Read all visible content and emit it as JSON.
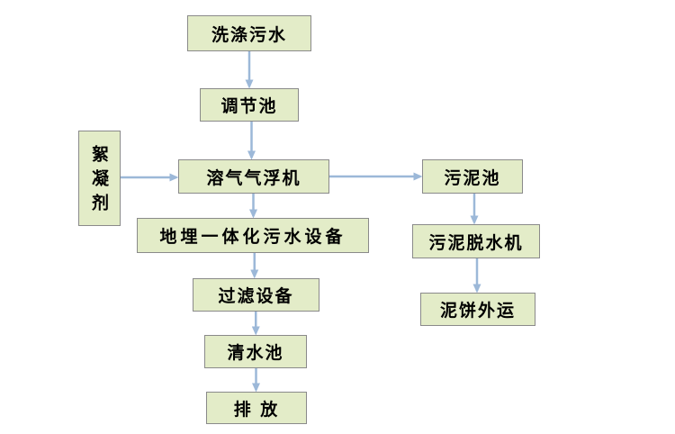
{
  "colors": {
    "node_fill": "#e3ecc8",
    "node_border": "#8a8a8a",
    "arrow": "#9cb8d8",
    "text": "#000000"
  },
  "diagram": {
    "type": "flowchart",
    "nodes": {
      "wash_water": {
        "label": "洗涤污水"
      },
      "regulating_tank": {
        "label": "调节池"
      },
      "daf_machine": {
        "label": "溶气气浮机"
      },
      "flocculant": {
        "label": "絮凝剂"
      },
      "buried_equipment": {
        "label": "地埋一体化污水设备"
      },
      "filter_equipment": {
        "label": "过滤设备"
      },
      "clean_water_tank": {
        "label": "清水池"
      },
      "discharge": {
        "label": "排  放"
      },
      "sludge_tank": {
        "label": "污泥池"
      },
      "sludge_dewatering": {
        "label": "污泥脱水机"
      },
      "mud_cake_transport": {
        "label": "泥饼外运"
      }
    },
    "edges": [
      {
        "from": "wash_water",
        "to": "regulating_tank",
        "dir": "down"
      },
      {
        "from": "regulating_tank",
        "to": "daf_machine",
        "dir": "down"
      },
      {
        "from": "flocculant",
        "to": "daf_machine",
        "dir": "right"
      },
      {
        "from": "daf_machine",
        "to": "sludge_tank",
        "dir": "right"
      },
      {
        "from": "daf_machine",
        "to": "buried_equipment",
        "dir": "down"
      },
      {
        "from": "buried_equipment",
        "to": "filter_equipment",
        "dir": "down"
      },
      {
        "from": "filter_equipment",
        "to": "clean_water_tank",
        "dir": "down"
      },
      {
        "from": "clean_water_tank",
        "to": "discharge",
        "dir": "down"
      },
      {
        "from": "sludge_tank",
        "to": "sludge_dewatering",
        "dir": "down"
      },
      {
        "from": "sludge_dewatering",
        "to": "mud_cake_transport",
        "dir": "down"
      }
    ]
  }
}
